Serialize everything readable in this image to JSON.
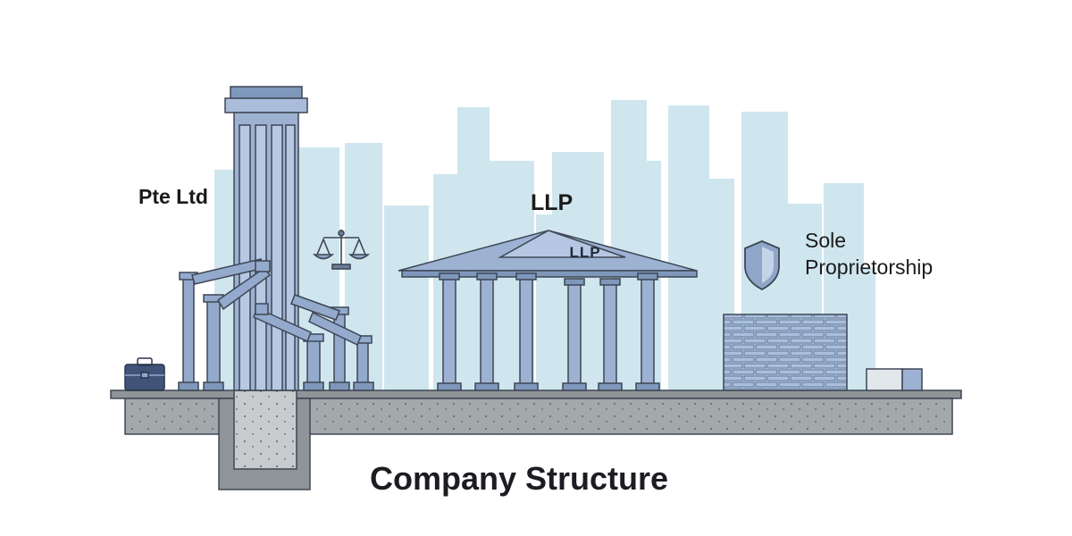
{
  "labels": {
    "pte_ltd": "Pte Ltd",
    "llp": "LLP",
    "llp_pediment": "LLP",
    "sole_line1": "Sole",
    "sole_line2": "Proprietorship",
    "title": "Company Structure"
  },
  "icons": [
    "briefcase-icon",
    "scales-of-justice-icon",
    "shield-icon"
  ],
  "colors": {
    "skyline": "#cfe6ee",
    "pillar": "#8fa6c8",
    "pillar_dark": "#4f6587",
    "ground": "#9ea3a6",
    "outline": "#3e4654"
  }
}
